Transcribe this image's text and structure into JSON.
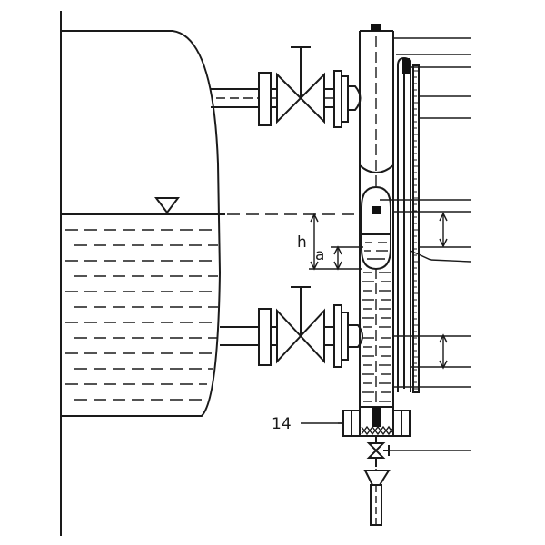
{
  "diagram": {
    "labels": {
      "level_height": "h",
      "float_offset": "a",
      "drain_fitting": "14"
    },
    "colors": {
      "stroke": "#1a1a1a",
      "background": "#ffffff"
    }
  }
}
